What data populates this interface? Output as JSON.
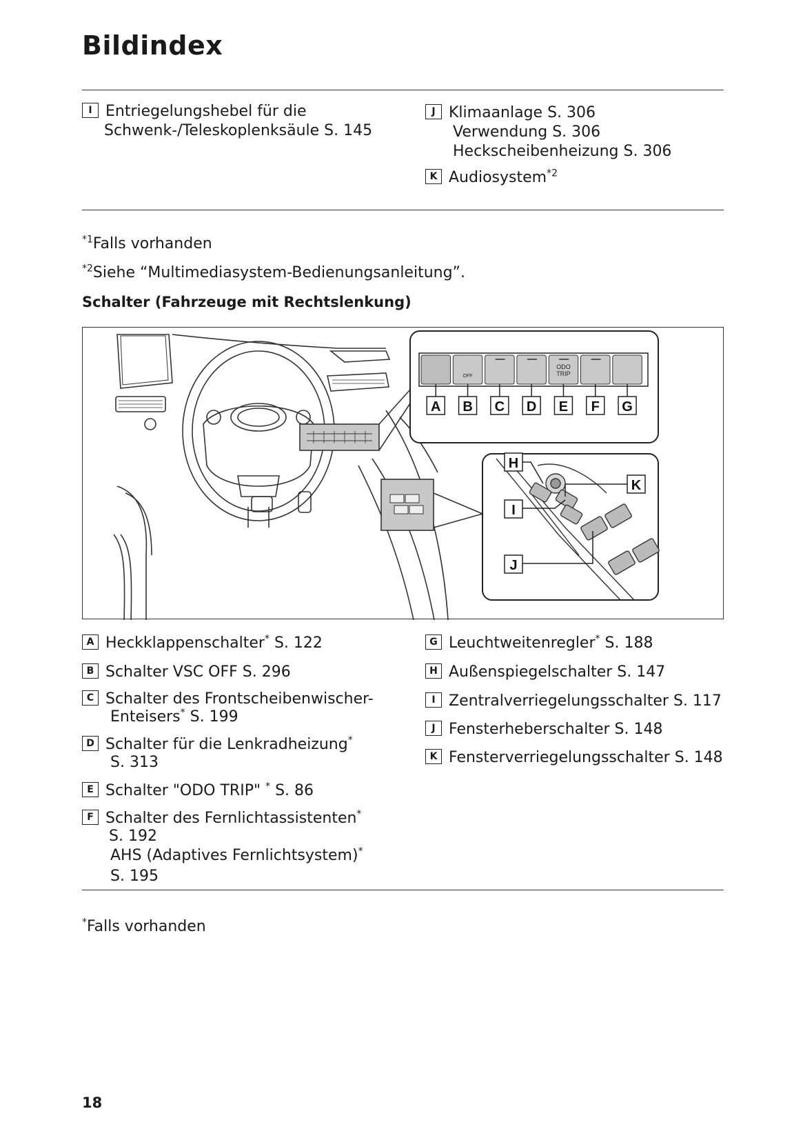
{
  "page": {
    "title": "Bildindex",
    "page_number": "18"
  },
  "top_section": {
    "left": [
      {
        "key": "I",
        "lines": [
          "Entriegelungshebel für die",
          "Schwenk-/Teleskoplenksäule S. 145"
        ]
      }
    ],
    "right": [
      {
        "key": "J",
        "lines": [
          "Klimaanlage S. 306",
          "Verwendung S. 306",
          "Heckscheibenheizung S. 306"
        ]
      },
      {
        "key": "K",
        "text": "Audiosystem",
        "sup": "*2"
      }
    ]
  },
  "notes": {
    "n1_mark": "*1",
    "n1_text": "Falls vorhanden",
    "n2_mark": "*2",
    "n2_text": "Siehe “Multimediasystem-Bedienungsanleitung”."
  },
  "section_heading": "Schalter (Fahrzeuge mit Rechtslenkung)",
  "figure": {
    "switch_labels": [
      "A",
      "B",
      "C",
      "D",
      "E",
      "F",
      "G"
    ],
    "icon_texts": {
      "b": "OFF",
      "e_top": "ODO",
      "e_bottom": "TRIP"
    },
    "door_labels": [
      "H",
      "I",
      "J",
      "K"
    ]
  },
  "legend_left": [
    {
      "key": "A",
      "l1": "Heckklappenschalter",
      "sup": "*",
      "l1b": " S. 122"
    },
    {
      "key": "B",
      "l1": "Schalter VSC OFF S. 296"
    },
    {
      "key": "C",
      "l1": "Schalter des Frontscheibenwischer-",
      "l2": "Enteisers",
      "sup2": "*",
      "l2b": " S. 199"
    },
    {
      "key": "D",
      "l1": "Schalter für die Lenkradheizung",
      "sup": "*",
      "l2": "S. 313"
    },
    {
      "key": "E",
      "l1": "Schalter \"ODO TRIP\" ",
      "sup": "*",
      "l1b": " S. 86"
    },
    {
      "key": "F",
      "l1": "Schalter des Fernlichtassistenten",
      "sup": "*",
      "l2": "S. 192",
      "l3": "AHS (Adaptives Fernlichtsystem)",
      "sup3": "*",
      "l4": "S. 195"
    }
  ],
  "legend_right": [
    {
      "key": "G",
      "l1": "Leuchtweitenregler",
      "sup": "*",
      "l1b": " S. 188"
    },
    {
      "key": "H",
      "l1": "Außenspiegelschalter S. 147"
    },
    {
      "key": "I",
      "l1": "Zentralverriegelungsschalter S. 117"
    },
    {
      "key": "J",
      "l1": "Fensterheberschalter S. 148"
    },
    {
      "key": "K",
      "l1": "Fensterverriegelungsschalter S. 148"
    }
  ],
  "footnote": {
    "mark": "*",
    "text": "Falls vorhanden"
  }
}
